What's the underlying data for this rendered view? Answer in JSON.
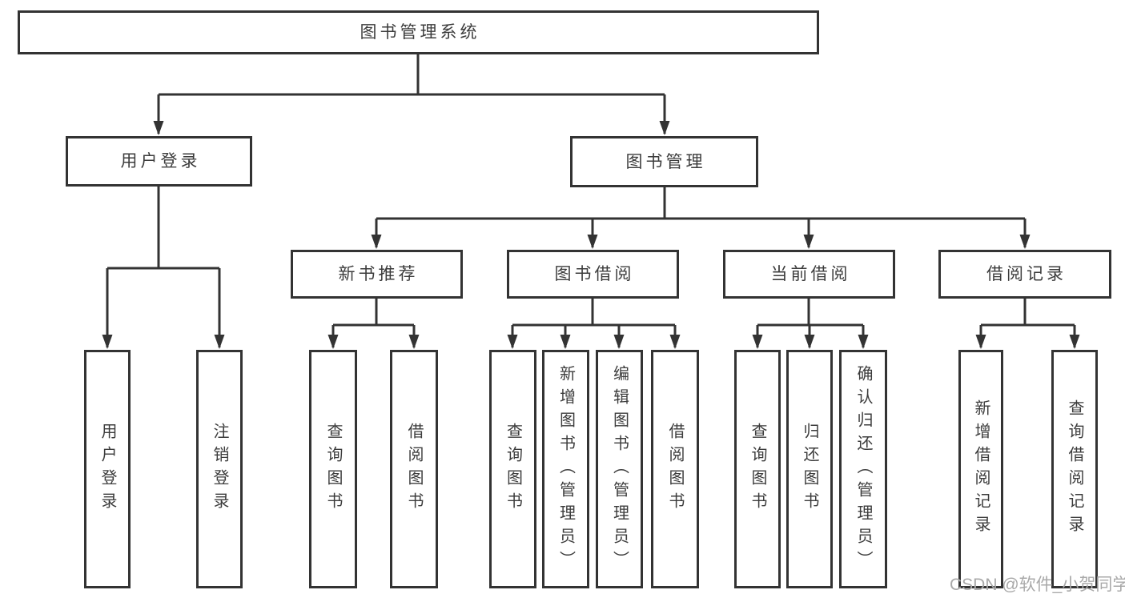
{
  "diagram_title": "图书管理系统",
  "nodes": {
    "root": {
      "label": "图书管理系统"
    },
    "user_login": {
      "label": "用户登录"
    },
    "book_mgmt": {
      "label": "图书管理"
    },
    "new_book_rec": {
      "label": "新书推荐"
    },
    "book_borrow": {
      "label": "图书借阅"
    },
    "current_borrow": {
      "label": "当前借阅"
    },
    "borrow_records": {
      "label": "借阅记录"
    },
    "login": {
      "label": "用户登录"
    },
    "logout": {
      "label": "注销登录"
    },
    "rec_query": {
      "label": "查询图书"
    },
    "rec_borrow": {
      "label": "借阅图书"
    },
    "bb_query": {
      "label": "查询图书"
    },
    "bb_add": {
      "label": "新增图书（管理员）"
    },
    "bb_edit": {
      "label": "编辑图书（管理员）"
    },
    "bb_borrow": {
      "label": "借阅图书"
    },
    "cb_query": {
      "label": "查询图书"
    },
    "cb_return": {
      "label": "归还图书"
    },
    "cb_confirm": {
      "label": "确认归还（管理员）"
    },
    "br_add": {
      "label": "新增借阅记录"
    },
    "br_query": {
      "label": "查询借阅记录"
    }
  },
  "hierarchy": {
    "图书管理系统": {
      "用户登录": [
        "用户登录",
        "注销登录"
      ],
      "图书管理": {
        "新书推荐": [
          "查询图书",
          "借阅图书"
        ],
        "图书借阅": [
          "查询图书",
          "新增图书（管理员）",
          "编辑图书（管理员）",
          "借阅图书"
        ],
        "当前借阅": [
          "查询图书",
          "归还图书",
          "确认归还（管理员）"
        ],
        "借阅记录": [
          "新增借阅记录",
          "查询借阅记录"
        ]
      }
    }
  },
  "watermark": {
    "text": "CSDN @软件_小贺同学"
  },
  "colors": {
    "line": "#333333",
    "text": "#3c3c3c",
    "watermark": "#a9a9a9",
    "background": "#ffffff"
  }
}
